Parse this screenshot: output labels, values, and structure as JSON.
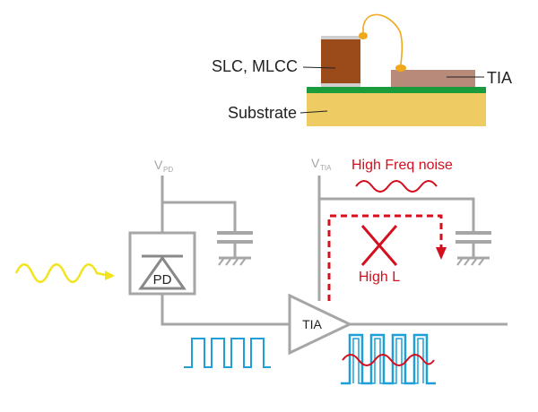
{
  "package": {
    "slc_mlcc_label": "SLC, MLCC",
    "substrate_label": "Substrate",
    "tia_label": "TIA"
  },
  "circuit": {
    "vpd_main": "V",
    "vpd_sub": "PD",
    "vtia_main": "V",
    "vtia_sub": "TIA",
    "pd_label": "PD",
    "tia_label": "TIA",
    "noise_label": "High Freq noise",
    "high_l_label": "High L"
  },
  "colors": {
    "wire": "#a6a6a6",
    "noise_red": "#d40f1e",
    "light_yellow": "#f2e41c",
    "signal_blue": "#1e9fd7",
    "mlcc_brown": "#9b4a1a",
    "tia_chip": "#b88a7a",
    "substrate_yellow": "#efcb63",
    "substrate_green": "#1a9b3c",
    "bond_wire": "#f0a81a"
  }
}
